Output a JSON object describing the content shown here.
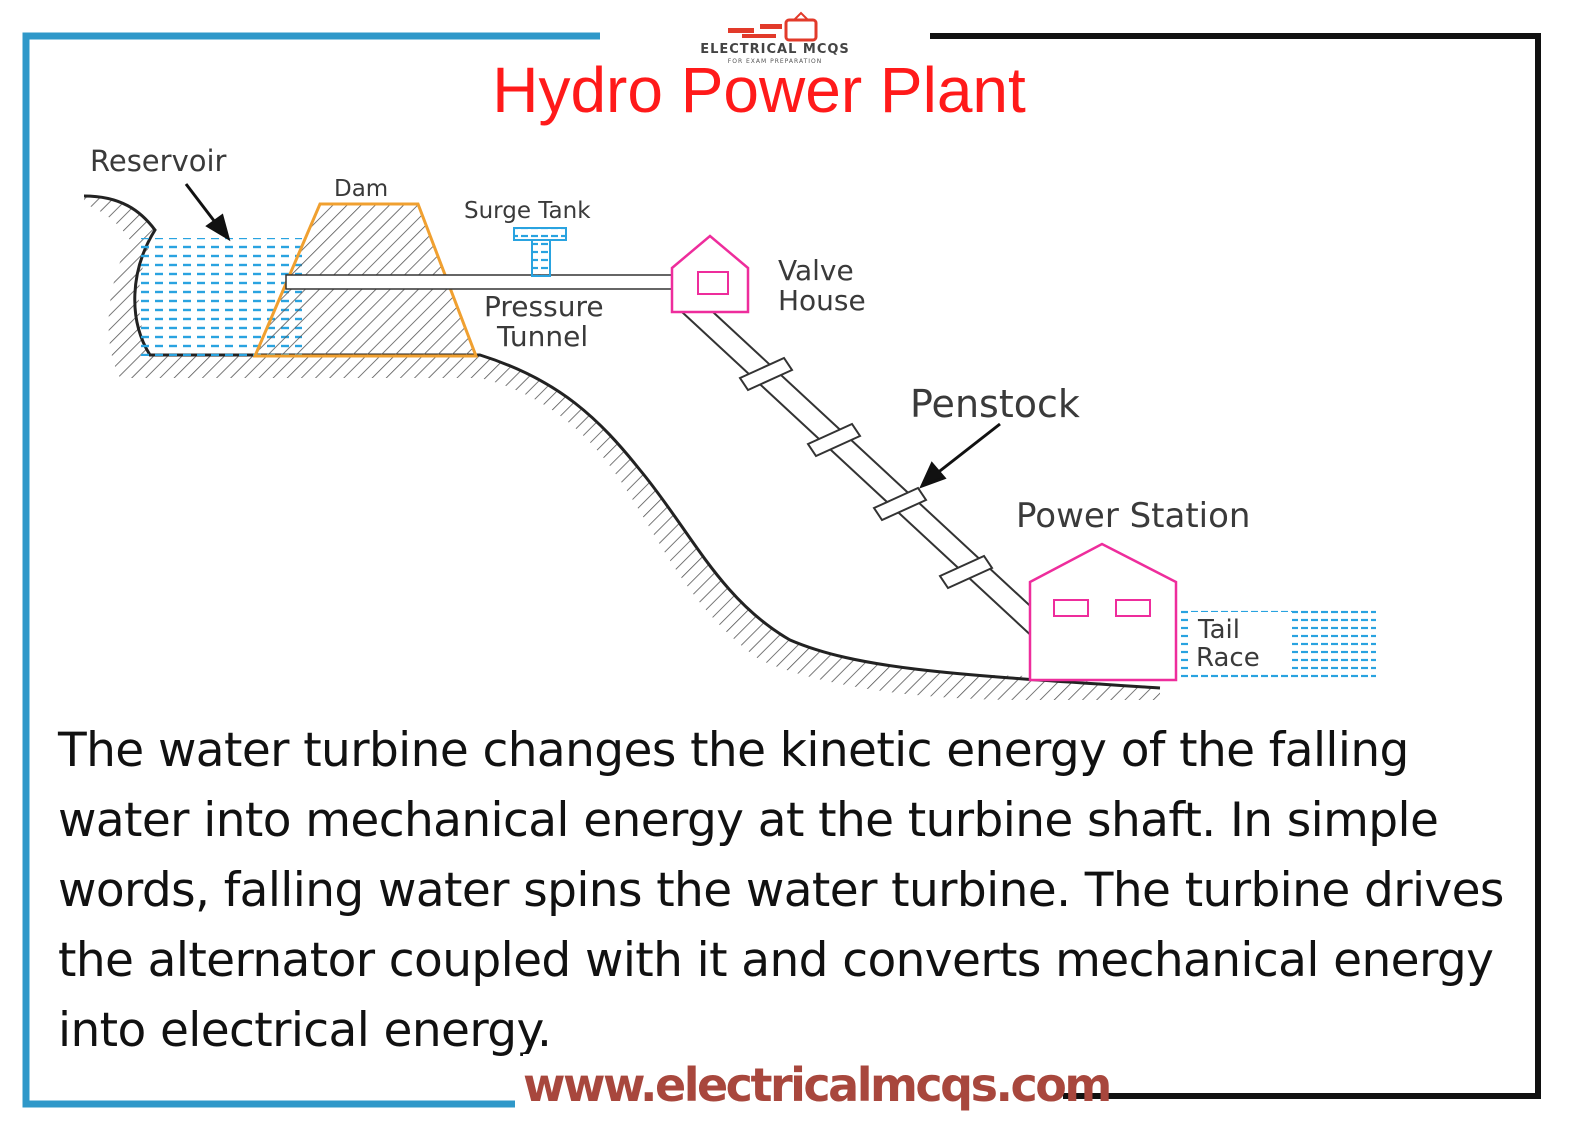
{
  "title": "Hydro Power Plant",
  "logo": {
    "name": "ELECTRICAL MCQS",
    "tagline": "FOR EXAM PREPARATION"
  },
  "labels": {
    "reservoir": "Reservoir",
    "dam": "Dam",
    "surge_tank": "Surge Tank",
    "pressure_tunnel_1": "Pressure",
    "pressure_tunnel_2": "Tunnel",
    "valve_house_1": "Valve",
    "valve_house_2": "House",
    "penstock": "Penstock",
    "power_station": "Power Station",
    "tail_race_1": "Tail",
    "tail_race_2": "Race"
  },
  "description": "The water turbine changes the kinetic energy of the falling water into mechanical energy at the turbine shaft. In simple words, falling water spins the water turbine. The turbine drives the alternator coupled with it and converts mechanical energy into electrical energy.",
  "website": "www.electricalmcqs.com",
  "colors": {
    "title": "#ff1a1a",
    "frame_left": "#2f98c9",
    "frame_right": "#111111",
    "water": "#29a3e0",
    "dam_outline": "#f0a030",
    "building": "#ee2d9c",
    "website": "#a8473d"
  }
}
